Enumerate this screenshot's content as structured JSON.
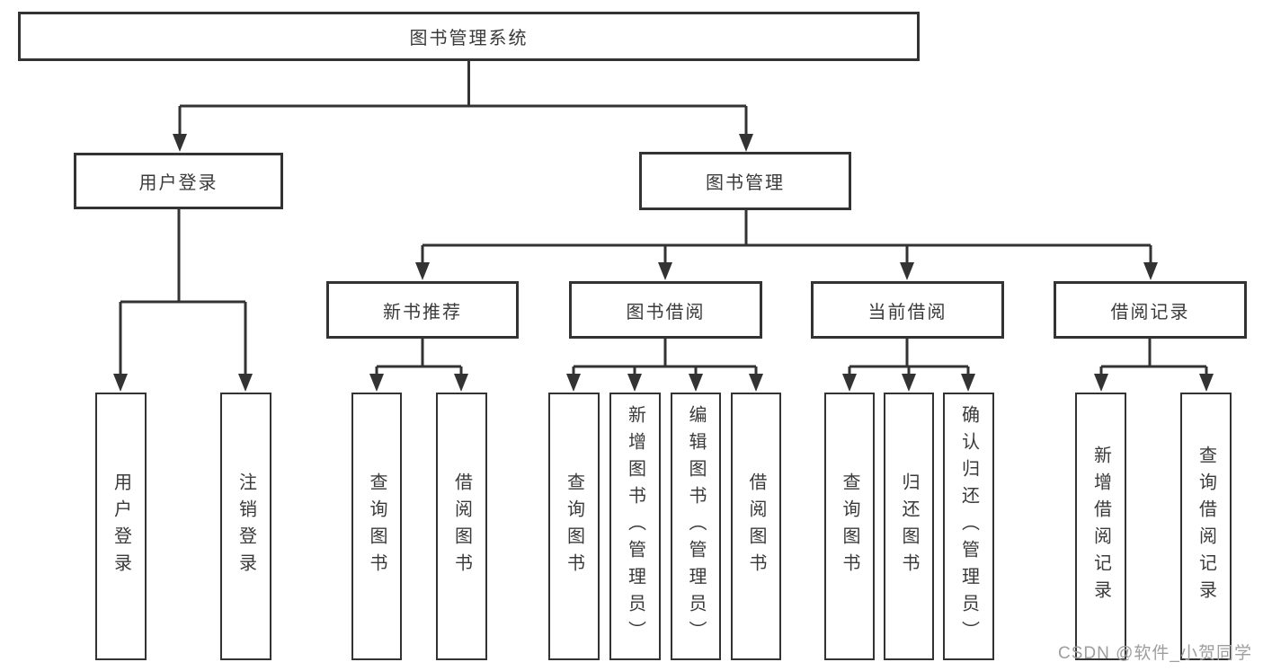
{
  "colors": {
    "line": "#333333",
    "box_border": "#333333",
    "text": "#3a3a3a",
    "watermark": "#9e9e9e",
    "background": "#ffffff"
  },
  "tree": {
    "root": {
      "label": "图书管理系统"
    },
    "branches": [
      {
        "label": "用户登录",
        "children": [
          {
            "label": "用户登录"
          },
          {
            "label": "注销登录"
          }
        ]
      },
      {
        "label": "图书管理",
        "children": [
          {
            "label": "新书推荐",
            "children": [
              {
                "label": "查询图书"
              },
              {
                "label": "借阅图书"
              }
            ]
          },
          {
            "label": "图书借阅",
            "children": [
              {
                "label": "查询图书"
              },
              {
                "label": "新增图书（管理员）"
              },
              {
                "label": "编辑图书（管理员）"
              },
              {
                "label": "借阅图书"
              }
            ]
          },
          {
            "label": "当前借阅",
            "children": [
              {
                "label": "查询图书"
              },
              {
                "label": "归还图书"
              },
              {
                "label": "确认归还（管理员）"
              }
            ]
          },
          {
            "label": "借阅记录",
            "children": [
              {
                "label": "新增借阅记录"
              },
              {
                "label": "查询借阅记录"
              }
            ]
          }
        ]
      }
    ]
  },
  "watermark": {
    "text": "CSDN @软件_小贺同学"
  }
}
